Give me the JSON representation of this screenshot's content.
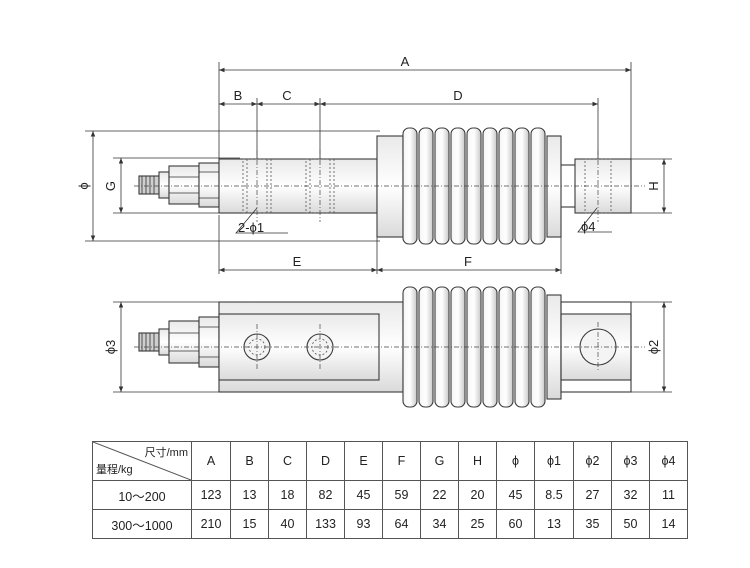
{
  "drawing": {
    "labels": {
      "A": "A",
      "B": "B",
      "C": "C",
      "D": "D",
      "E": "E",
      "F": "F",
      "G": "G",
      "H": "H",
      "phi": "ϕ",
      "phi2": "ϕ2",
      "phi3": "ϕ3",
      "hole_note": "2-ϕ1",
      "pin_note": "ϕ4"
    }
  },
  "table": {
    "corner_top": "尺寸/mm",
    "corner_bottom": "量程/kg",
    "columns": [
      "A",
      "B",
      "C",
      "D",
      "E",
      "F",
      "G",
      "H",
      "ϕ",
      "ϕ1",
      "ϕ2",
      "ϕ3",
      "ϕ4"
    ],
    "rows": [
      {
        "range": "10～200",
        "values": [
          "123",
          "13",
          "18",
          "82",
          "45",
          "59",
          "22",
          "20",
          "45",
          "8.5",
          "27",
          "32",
          "11"
        ]
      },
      {
        "range": "300～1000",
        "values": [
          "210",
          "15",
          "40",
          "133",
          "93",
          "64",
          "34",
          "25",
          "60",
          "13",
          "35",
          "50",
          "14"
        ]
      }
    ]
  }
}
